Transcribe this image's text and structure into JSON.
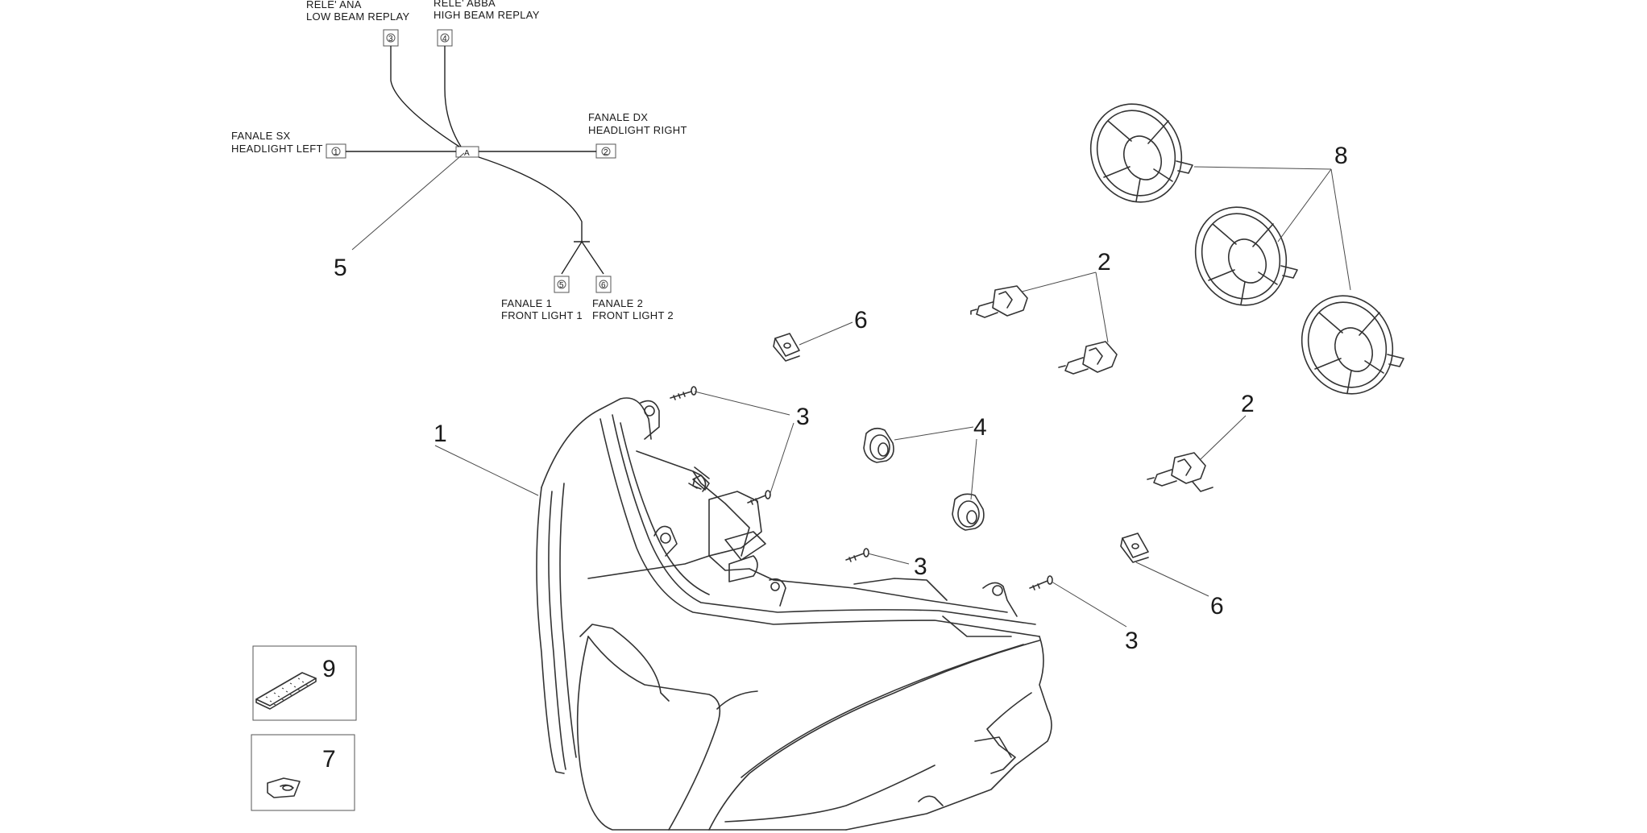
{
  "wiring": {
    "relay_low": [
      "RELE' ANA",
      "LOW BEAM REPLAY"
    ],
    "relay_high": [
      "RELE' ABBA",
      "HIGH BEAM REPLAY"
    ],
    "left": [
      "FANALE SX",
      "HEADLIGHT LEFT"
    ],
    "right": [
      "FANALE DX",
      "HEADLIGHT RIGHT"
    ],
    "front1": [
      "FANALE 1",
      "FRONT LIGHT 1"
    ],
    "front2": [
      "FANALE 2",
      "FRONT LIGHT 2"
    ],
    "connectors": [
      "1",
      "2",
      "3",
      "4",
      "5",
      "6"
    ],
    "hub": "A"
  },
  "callouts": {
    "n1": "1",
    "n2a": "2",
    "n2b": "2",
    "n3a": "3",
    "n3b": "3",
    "n3c": "3",
    "n4": "4",
    "n5": "5",
    "n6a": "6",
    "n6b": "6",
    "n7": "7",
    "n8": "8",
    "n9": "9"
  }
}
